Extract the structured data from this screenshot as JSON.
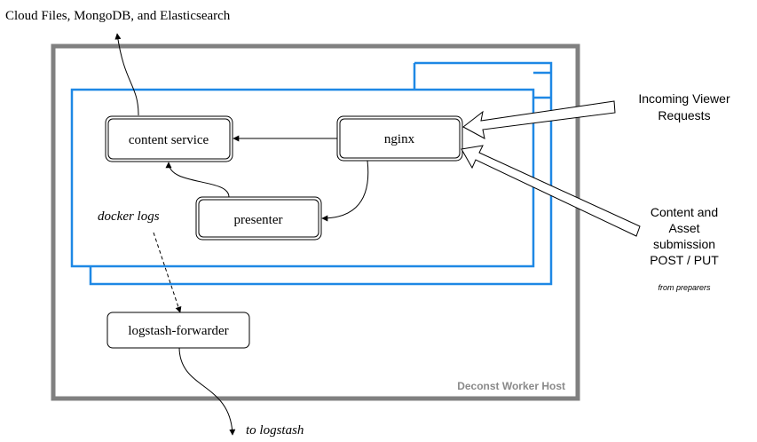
{
  "title_top": "Cloud Files, MongoDB, and Elasticsearch",
  "host_label": "Deconst Worker Host",
  "nodes": {
    "content_service": "content service",
    "nginx": "nginx",
    "presenter": "presenter",
    "logstash_forwarder": "logstash-forwarder"
  },
  "docker_logs": "docker logs",
  "to_logstash": "to logstash",
  "incoming": [
    "Incoming Viewer",
    "Requests"
  ],
  "submission": [
    "Content and",
    "Asset",
    "submission",
    "POST / PUT"
  ],
  "from_preparers": "from preparers",
  "colors": {
    "host_border": "#808080",
    "container_border": "#1e88e5",
    "stroke": "#000000",
    "host_label": "#8a8a8a"
  }
}
